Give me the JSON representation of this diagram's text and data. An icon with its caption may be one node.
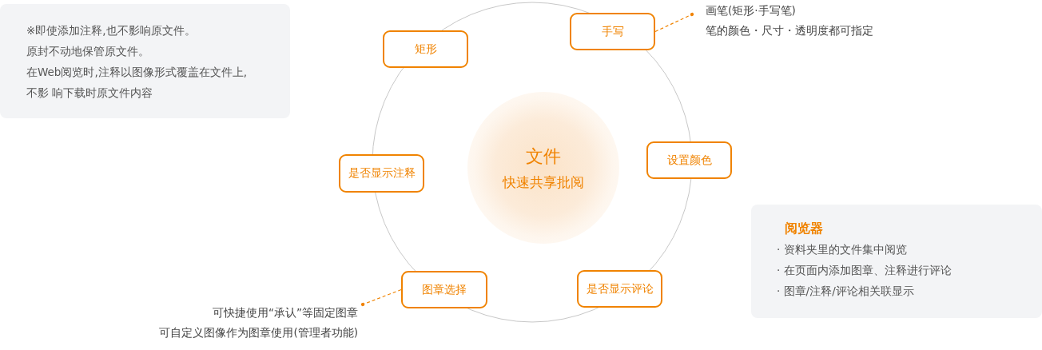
{
  "diagram": {
    "nodes": [
      {
        "text": [
          "※即使添加注释,也不影响原文件。",
          "原封不动地保管原文件。",
          "在Web阅览时,注释以图像形式覆盖在文件上,",
          "不影 响下载时原文件内容"
        ]
      },
      {
        "text": [
          "文件",
          "快速共享批阅"
        ]
      },
      {
        "text": [
          "矩形"
        ]
      },
      {
        "text": [
          "手写"
        ]
      },
      {
        "text": [
          "是否显示注释"
        ]
      },
      {
        "text": [
          "设置颜色"
        ]
      },
      {
        "text": [
          "图章选择"
        ]
      },
      {
        "text": [
          "是否显示评论"
        ]
      },
      {
        "text": [
          "画笔(矩形·手写笔)",
          "笔的颜色・尺寸・透明度都可指定"
        ]
      },
      {
        "text": [
          "可快捷使用“承认”等固定图章",
          "可自定义图像作为图章使用(管理者功能)"
        ]
      },
      {
        "text": [
          "阅览器",
          "· 资料夹里的文件集中阅览",
          "· 在页面内添加图章、注释进行评论",
          "· 图章/注释/评论相关联显示"
        ]
      }
    ],
    "edges": [
      {
        "from": 3,
        "to": 8,
        "arrow": "other",
        "style": "dashed"
      },
      {
        "from": 6,
        "to": 9,
        "arrow": "other",
        "style": "dashed"
      }
    ]
  }
}
